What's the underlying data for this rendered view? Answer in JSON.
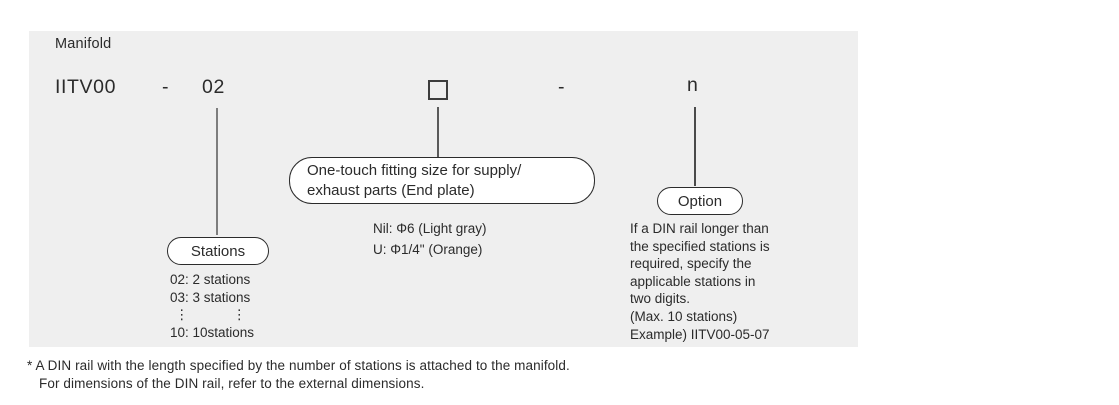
{
  "panel": {
    "label": "Manifold"
  },
  "part_number": {
    "prefix": "IITV00",
    "dash1": "-",
    "stations_code": "02",
    "fitting_code_placeholder": "square-box",
    "dash2": "-",
    "option_code": "n"
  },
  "fitting": {
    "bubble_label": "One-touch fitting size for supply/\nexhaust parts (End plate)",
    "options": [
      "Nil: Φ6 (Light gray)",
      "U: Φ1/4\" (Orange)"
    ]
  },
  "stations": {
    "bubble_label": "Stations",
    "rows": [
      "02: 2 stations",
      "03: 3 stations",
      "10: 10stations"
    ],
    "ellipsis": "⋮"
  },
  "option": {
    "bubble_label": "Option",
    "description": "If a DIN rail longer than\nthe specified stations is\nrequired, specify the\napplicable stations in\ntwo digits.\n(Max. 10 stations)\nExample) IITV00-05-07"
  },
  "footnote": {
    "line1": "* A DIN rail with the length specified by the number of stations is attached to the manifold.",
    "line2": "For dimensions of the DIN rail, refer to the external dimensions."
  },
  "colors": {
    "panel_bg": "#efefef",
    "text": "#2b2b2b",
    "connector_line": "#7d7d7d"
  }
}
